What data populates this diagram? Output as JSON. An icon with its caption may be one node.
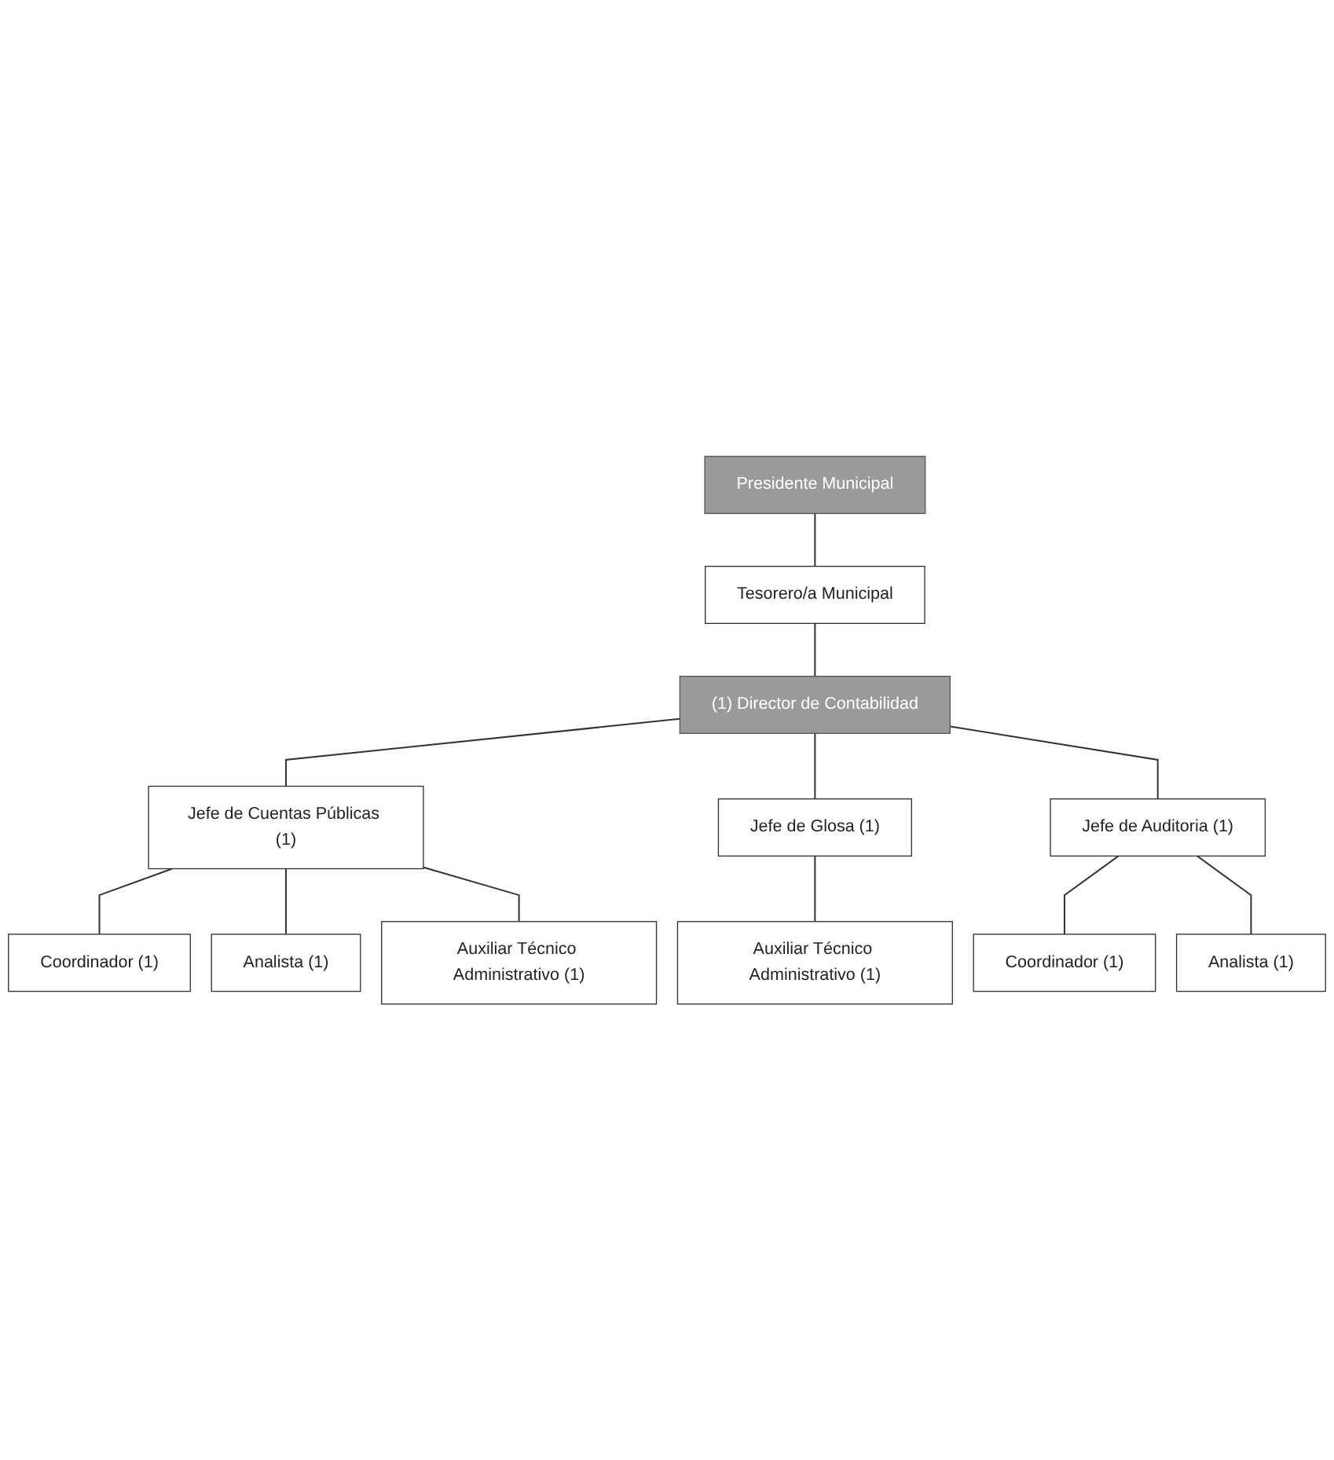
{
  "diagram": {
    "nodes": [
      {
        "text": [
          "Presidente Municipal"
        ]
      },
      {
        "text": [
          "Tesorero/a Municipal"
        ]
      },
      {
        "text": [
          "(1) Director de Contabilidad"
        ]
      },
      {
        "text": [
          "Jefe de Cuentas Públicas (1)"
        ]
      },
      {
        "text": [
          "Jefe de Glosa (1)"
        ]
      },
      {
        "text": [
          "Jefe de Auditoria (1)"
        ]
      },
      {
        "text": [
          "Coordinador (1)"
        ]
      },
      {
        "text": [
          "Analista (1)"
        ]
      },
      {
        "text": [
          "Auxiliar Técnico Administrativo (1)"
        ]
      },
      {
        "text": [
          "Auxiliar Técnico Administrativo (1)"
        ]
      },
      {
        "text": [
          "Coordinador (1)"
        ]
      },
      {
        "text": [
          "Analista (1)"
        ]
      }
    ],
    "edges": [
      {
        "from": 0,
        "to": 1,
        "arrow": "none"
      },
      {
        "from": 1,
        "to": 2,
        "arrow": "none"
      },
      {
        "from": 2,
        "to": 3,
        "arrow": "none"
      },
      {
        "from": 2,
        "to": 4,
        "arrow": "none"
      },
      {
        "from": 2,
        "to": 5,
        "arrow": "none"
      },
      {
        "from": 3,
        "to": 6,
        "arrow": "none"
      },
      {
        "from": 3,
        "to": 7,
        "arrow": "none"
      },
      {
        "from": 3,
        "to": 8,
        "arrow": "none"
      },
      {
        "from": 4,
        "to": 9,
        "arrow": "none"
      },
      {
        "from": 5,
        "to": 10,
        "arrow": "none"
      },
      {
        "from": 5,
        "to": 11,
        "arrow": "none"
      }
    ]
  }
}
